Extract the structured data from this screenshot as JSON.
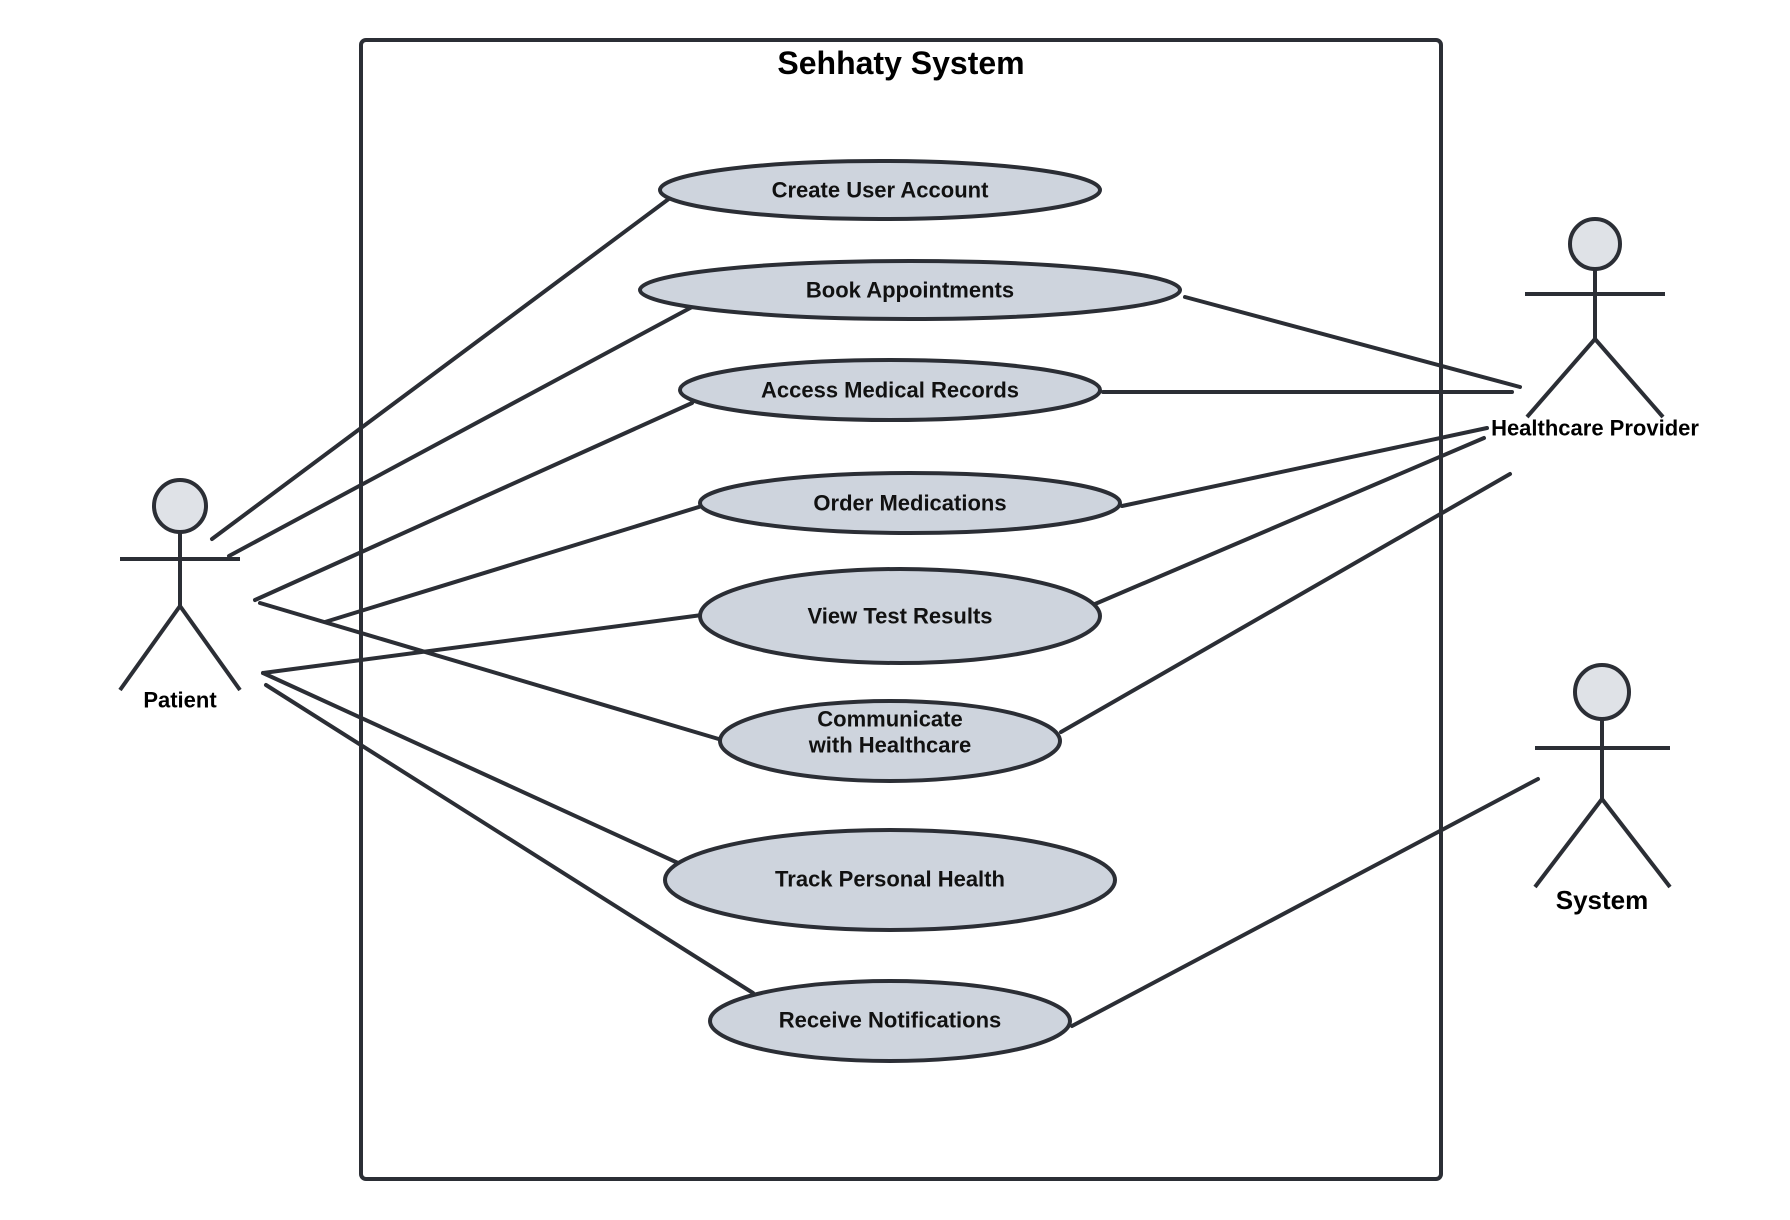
{
  "system": {
    "title": "Sehhaty System"
  },
  "use_cases": [
    {
      "id": "create-user-account",
      "lines": [
        "Create User Account"
      ]
    },
    {
      "id": "book-appointments",
      "lines": [
        "Book Appointments"
      ]
    },
    {
      "id": "access-medical-records",
      "lines": [
        "Access Medical Records"
      ]
    },
    {
      "id": "order-medications",
      "lines": [
        "Order Medications"
      ]
    },
    {
      "id": "view-test-results",
      "lines": [
        "View Test Results"
      ]
    },
    {
      "id": "communicate-with-healthcare",
      "lines": [
        "Communicate",
        "with Healthcare"
      ]
    },
    {
      "id": "track-personal-health",
      "lines": [
        "Track Personal Health"
      ]
    },
    {
      "id": "receive-notifications",
      "lines": [
        "Receive Notifications"
      ]
    }
  ],
  "actors": [
    {
      "id": "patient",
      "label": "Patient"
    },
    {
      "id": "healthcare-provider",
      "label": "Healthcare Provider"
    },
    {
      "id": "system",
      "label": "System"
    }
  ],
  "associations": [
    {
      "actor": "patient",
      "use_case": "create-user-account"
    },
    {
      "actor": "patient",
      "use_case": "book-appointments"
    },
    {
      "actor": "patient",
      "use_case": "access-medical-records"
    },
    {
      "actor": "patient",
      "use_case": "order-medications"
    },
    {
      "actor": "patient",
      "use_case": "view-test-results"
    },
    {
      "actor": "patient",
      "use_case": "communicate-with-healthcare"
    },
    {
      "actor": "patient",
      "use_case": "track-personal-health"
    },
    {
      "actor": "patient",
      "use_case": "receive-notifications"
    },
    {
      "actor": "healthcare-provider",
      "use_case": "book-appointments"
    },
    {
      "actor": "healthcare-provider",
      "use_case": "access-medical-records"
    },
    {
      "actor": "healthcare-provider",
      "use_case": "order-medications"
    },
    {
      "actor": "healthcare-provider",
      "use_case": "view-test-results"
    },
    {
      "actor": "healthcare-provider",
      "use_case": "communicate-with-healthcare"
    },
    {
      "actor": "system",
      "use_case": "receive-notifications"
    }
  ],
  "colors": {
    "use_case_fill": "#ced4dd",
    "actor_head_fill": "#dfe2e7",
    "stroke": "#2b2e35"
  }
}
